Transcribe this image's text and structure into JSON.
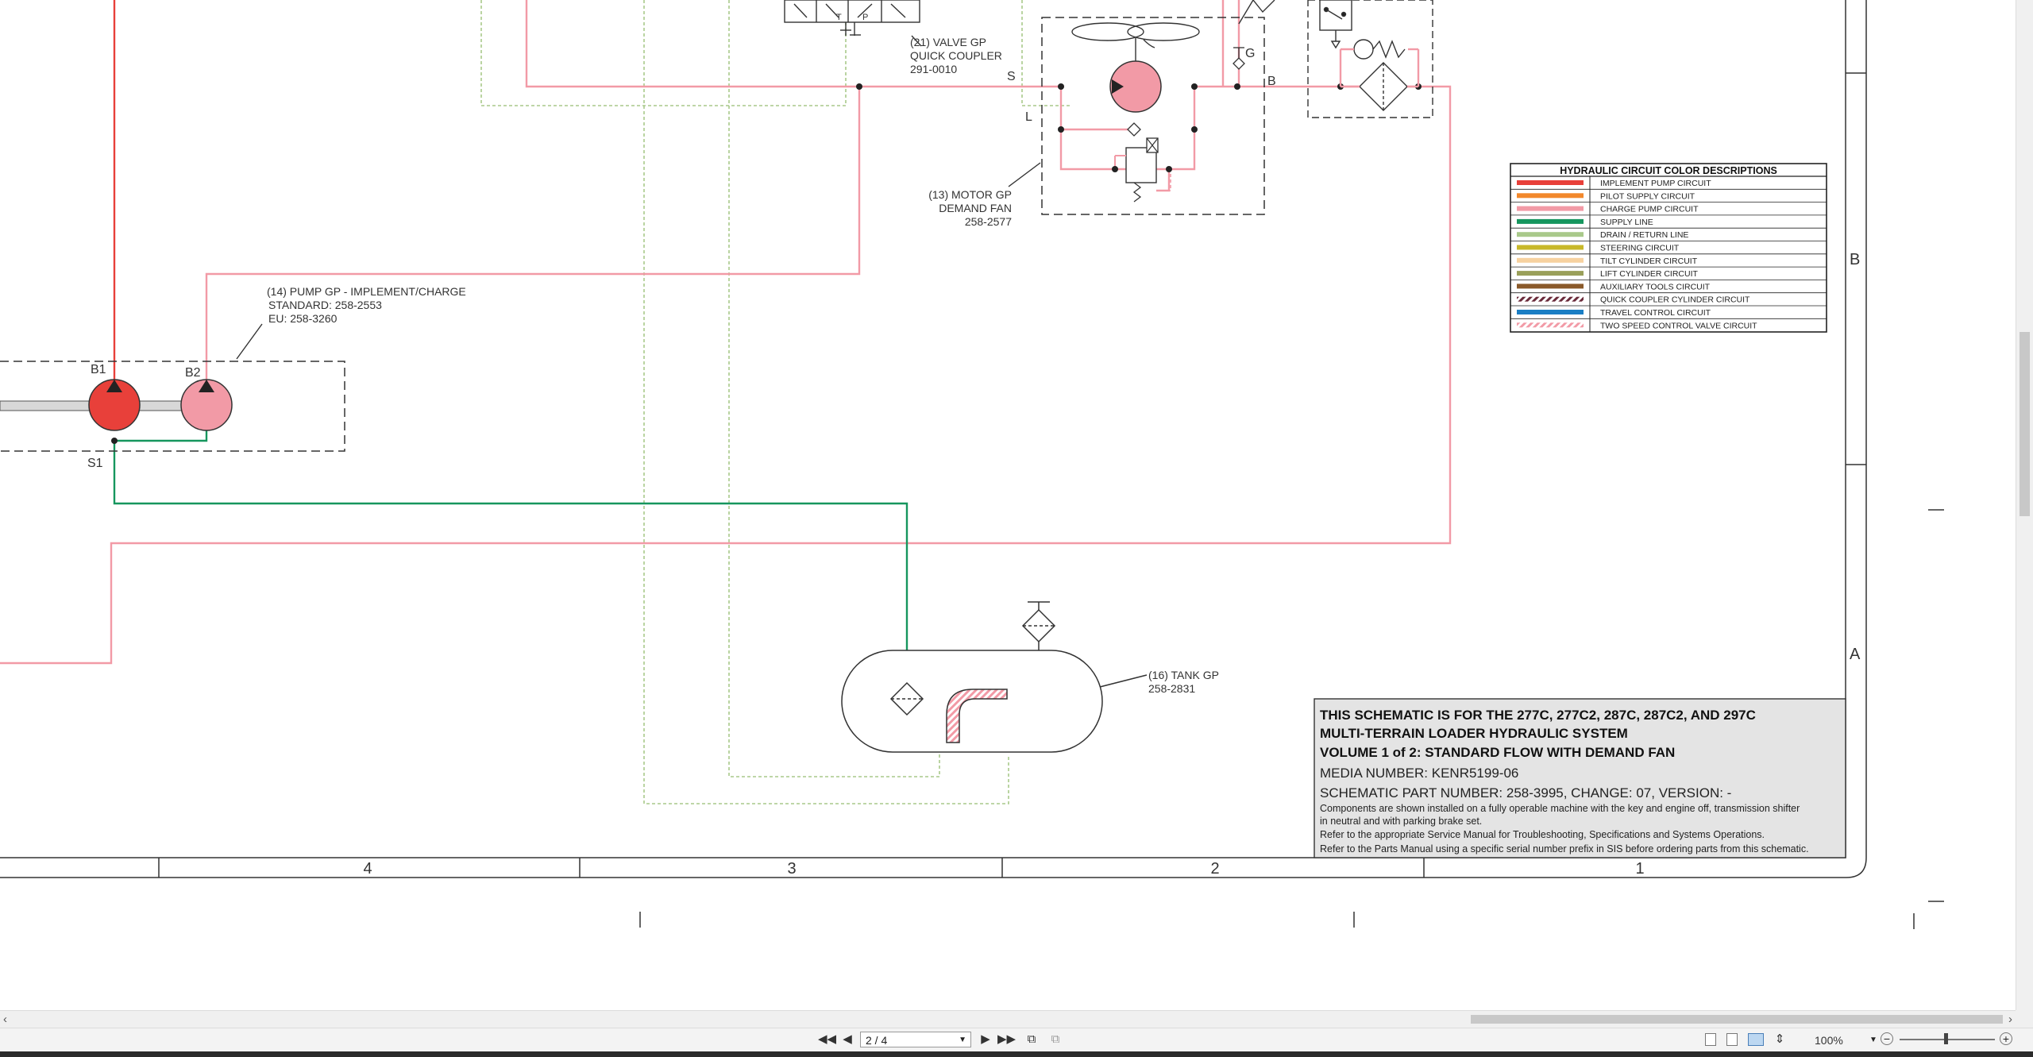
{
  "legend": {
    "title": "HYDRAULIC CIRCUIT COLOR DESCRIPTIONS",
    "items": [
      {
        "label": "IMPLEMENT PUMP CIRCUIT",
        "color": "#e8403a",
        "hatch": false
      },
      {
        "label": "PILOT SUPPLY CIRCUIT",
        "color": "#f2882c",
        "hatch": false
      },
      {
        "label": "CHARGE PUMP CIRCUIT",
        "color": "#f29aa6",
        "hatch": false
      },
      {
        "label": "SUPPLY LINE",
        "color": "#16965e",
        "hatch": false
      },
      {
        "label": "DRAIN / RETURN LINE",
        "color": "#a9c98a",
        "hatch": false
      },
      {
        "label": "STEERING CIRCUIT",
        "color": "#c8b82a",
        "hatch": false
      },
      {
        "label": "TILT CYLINDER CIRCUIT",
        "color": "#f7d2a0",
        "hatch": false
      },
      {
        "label": "LIFT CYLINDER CIRCUIT",
        "color": "#9aa05a",
        "hatch": false
      },
      {
        "label": "AUXILIARY TOOLS CIRCUIT",
        "color": "#8a5a2a",
        "hatch": false
      },
      {
        "label": "QUICK COUPLER CYLINDER CIRCUIT",
        "color": "#6a2a3a",
        "hatch": true
      },
      {
        "label": "TRAVEL CONTROL CIRCUIT",
        "color": "#1a7ec4",
        "hatch": false
      },
      {
        "label": "TWO SPEED CONTROL VALVE CIRCUIT",
        "color": "#f29aa6",
        "hatch": true
      }
    ]
  },
  "components": {
    "valve": {
      "lines": [
        "(21) VALVE GP",
        "QUICK COUPLER",
        "291-0010"
      ],
      "port_t": "T",
      "port_p": "P"
    },
    "motor": {
      "lines": [
        "(13) MOTOR GP",
        "DEMAND FAN",
        "258-2577"
      ]
    },
    "pump": {
      "lines": [
        "(14) PUMP GP - IMPLEMENT/CHARGE",
        "STANDARD: 258-2553",
        "EU: 258-3260"
      ]
    },
    "tank": {
      "lines": [
        "(16) TANK GP",
        "258-2831"
      ]
    }
  },
  "ports": {
    "s": "S",
    "l": "L",
    "g": "G",
    "b": "B",
    "b1": "B1",
    "b2": "B2",
    "s1": "S1"
  },
  "zones": {
    "a": "A",
    "b": "B"
  },
  "columns": [
    "4",
    "3",
    "2",
    "1"
  ],
  "title_block": {
    "line1": "THIS SCHEMATIC IS FOR THE 277C, 277C2, 287C, 287C2, AND 297C",
    "line2": "MULTI-TERRAIN LOADER HYDRAULIC SYSTEM",
    "line3": "VOLUME 1 of 2: STANDARD FLOW WITH DEMAND FAN",
    "media": "MEDIA NUMBER: KENR5199-06",
    "part": "SCHEMATIC PART NUMBER: 258-3995, CHANGE: 07, VERSION: -",
    "note1a": "Components are shown installed on a fully operable machine with the key and engine off, transmission shifter",
    "note1b": "in neutral and with parking brake set.",
    "note2": "Refer to the appropriate Service Manual for Troubleshooting, Specifications and Systems Operations.",
    "note3": "Refer to the Parts Manual using a specific serial number prefix in SIS before ordering parts from this schematic."
  },
  "viewer": {
    "page_value": "2 / 4",
    "zoom": "100%"
  }
}
